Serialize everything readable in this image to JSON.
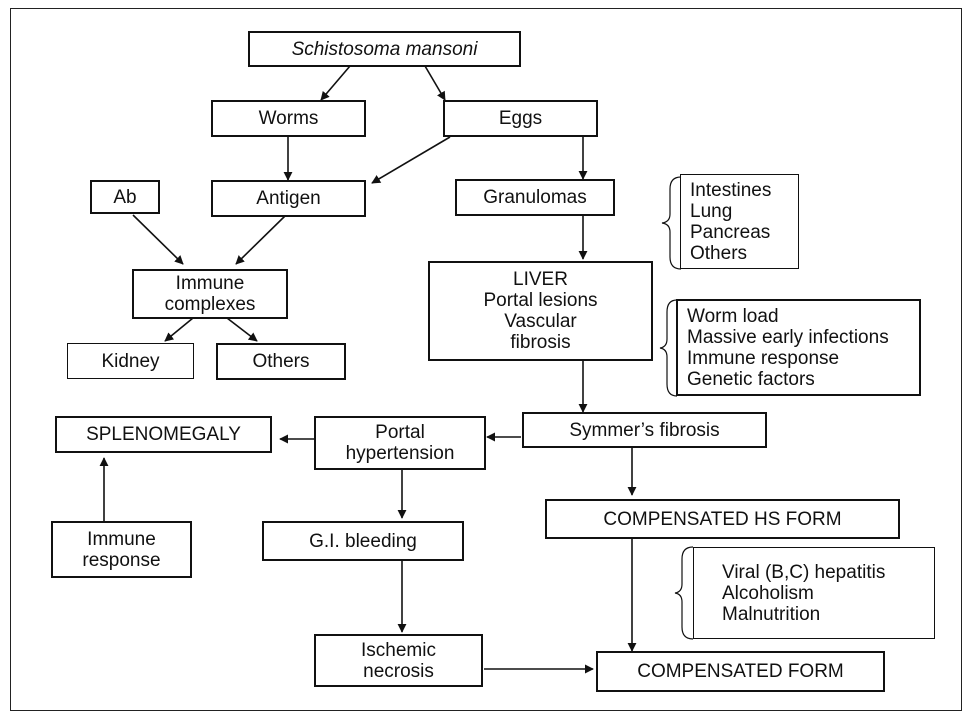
{
  "nodes": {
    "schistosoma": "Schistosoma mansoni",
    "worms": "Worms",
    "eggs": "Eggs",
    "ab": "Ab",
    "antigen": "Antigen",
    "granulomas": "Granulomas",
    "organs": [
      "Intestines",
      "Lung",
      "Pancreas",
      "Others"
    ],
    "immune_complexes": [
      "Immune",
      "complexes"
    ],
    "kidney": "Kidney",
    "others": "Others",
    "liver": [
      "LIVER",
      "Portal lesions",
      "Vascular",
      "fibrosis"
    ],
    "factors": [
      "Worm load",
      "Massive early infections",
      "Immune response",
      "Genetic factors"
    ],
    "splenomegaly": "SPLENOMEGALY",
    "portal_hypertension": [
      "Portal",
      "hypertension"
    ],
    "symmers_fibrosis": "Symmer’s fibrosis",
    "immune_response": [
      "Immune",
      "response"
    ],
    "gi_bleeding": "G.I. bleeding",
    "compensated_hs": "COMPENSATED HS FORM",
    "cofactors": [
      "Viral (B,C) hepatitis",
      "Alcoholism",
      "Malnutrition"
    ],
    "ischemic_necrosis": [
      "Ischemic",
      "necrosis"
    ],
    "compensated_form": "COMPENSATED FORM"
  }
}
